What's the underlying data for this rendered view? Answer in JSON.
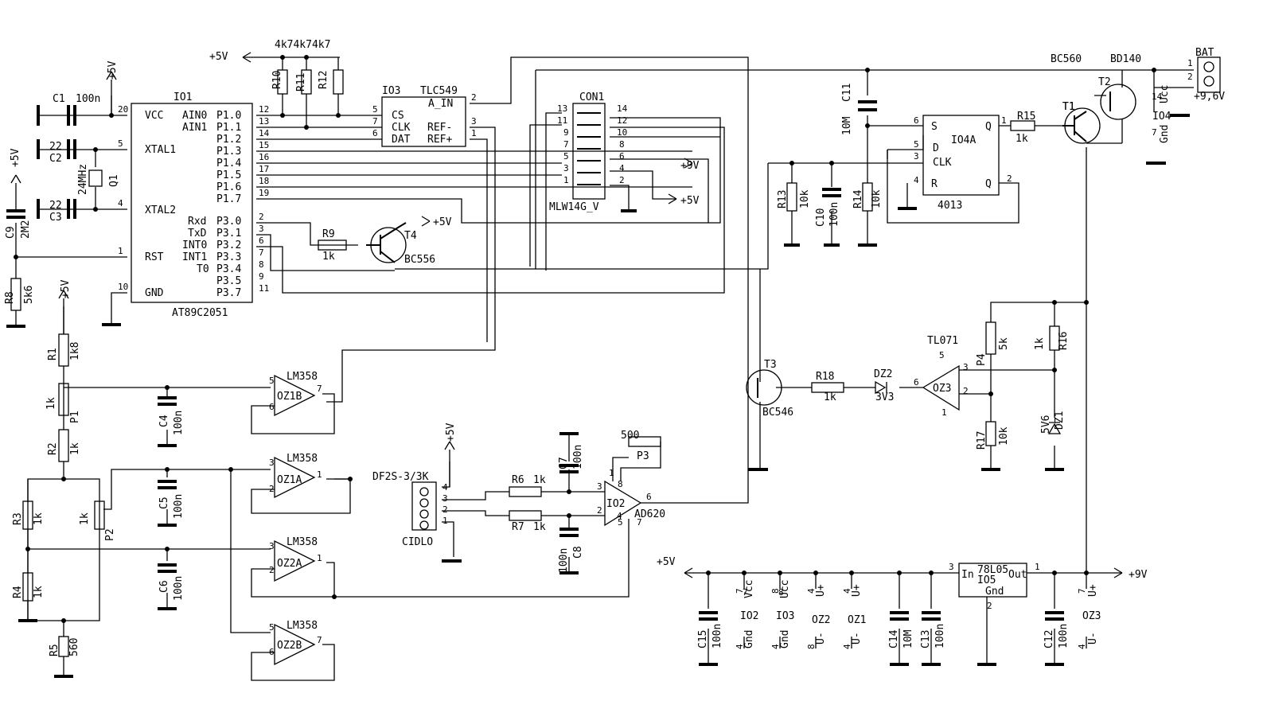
{
  "labels": [
    {
      "id": "plus5v_top",
      "t": "+5V"
    },
    {
      "id": "r_vals",
      "t": "4k74k74k7"
    },
    {
      "id": "r10",
      "t": "R10"
    },
    {
      "id": "r11",
      "t": "R11"
    },
    {
      "id": "r12",
      "t": "R12"
    },
    {
      "id": "io3",
      "t": "IO3"
    },
    {
      "id": "tlc549",
      "t": "TLC549"
    },
    {
      "id": "a_in",
      "t": "A_IN"
    },
    {
      "id": "cs",
      "t": "CS"
    },
    {
      "id": "clk",
      "t": "CLK"
    },
    {
      "id": "dat",
      "t": "DAT"
    },
    {
      "id": "refm",
      "t": "REF-"
    },
    {
      "id": "refp",
      "t": "REF+"
    },
    {
      "id": "con1",
      "t": "CON1"
    },
    {
      "id": "mlw",
      "t": "MLW14G_V"
    },
    {
      "id": "plus9v_con",
      "t": "+9V"
    },
    {
      "id": "plus5v_con",
      "t": "+5V"
    },
    {
      "id": "io1",
      "t": "IO1"
    },
    {
      "id": "at89",
      "t": "AT89C2051"
    },
    {
      "id": "vcc",
      "t": "VCC"
    },
    {
      "id": "xtal1",
      "t": "XTAL1"
    },
    {
      "id": "xtal2",
      "t": "XTAL2"
    },
    {
      "id": "rst",
      "t": "RST"
    },
    {
      "id": "gnd",
      "t": "GND"
    },
    {
      "id": "ain0",
      "t": "AIN0"
    },
    {
      "id": "ain1",
      "t": "AIN1"
    },
    {
      "id": "p10",
      "t": "P1.0"
    },
    {
      "id": "p11",
      "t": "P1.1"
    },
    {
      "id": "p12",
      "t": "P1.2"
    },
    {
      "id": "p13",
      "t": "P1.3"
    },
    {
      "id": "p14",
      "t": "P1.4"
    },
    {
      "id": "p15",
      "t": "P1.5"
    },
    {
      "id": "p16",
      "t": "P1.6"
    },
    {
      "id": "p17",
      "t": "P1.7"
    },
    {
      "id": "rxd",
      "t": "Rxd"
    },
    {
      "id": "txd",
      "t": "TxD"
    },
    {
      "id": "int0",
      "t": "INT0"
    },
    {
      "id": "int1",
      "t": "INT1"
    },
    {
      "id": "t0",
      "t": "T0"
    },
    {
      "id": "t1",
      "t": "T1"
    },
    {
      "id": "p30",
      "t": "P3.0"
    },
    {
      "id": "p31",
      "t": "P3.1"
    },
    {
      "id": "p32",
      "t": "P3.2"
    },
    {
      "id": "p33",
      "t": "P3.3"
    },
    {
      "id": "p34",
      "t": "P3.4"
    },
    {
      "id": "p35",
      "t": "P3.5"
    },
    {
      "id": "p37",
      "t": "P3.7"
    },
    {
      "id": "c1",
      "t": "C1"
    },
    {
      "id": "c1v",
      "t": "100n"
    },
    {
      "id": "plus5v_c1",
      "t": "+5V"
    },
    {
      "id": "c2v",
      "t": "22"
    },
    {
      "id": "c2",
      "t": "C2"
    },
    {
      "id": "c3v",
      "t": "22"
    },
    {
      "id": "c3",
      "t": "C3"
    },
    {
      "id": "q1",
      "t": "Q1"
    },
    {
      "id": "q1v",
      "t": "24MHz"
    },
    {
      "id": "c9",
      "t": "C9"
    },
    {
      "id": "c9v",
      "t": "2M2"
    },
    {
      "id": "plus5v_c9",
      "t": "+5V"
    },
    {
      "id": "r8",
      "t": "R8"
    },
    {
      "id": "r8v",
      "t": "5k6"
    },
    {
      "id": "r9",
      "t": "R9"
    },
    {
      "id": "r9v",
      "t": "1k"
    },
    {
      "id": "t4",
      "t": "T4"
    },
    {
      "id": "bc556",
      "t": "BC556"
    },
    {
      "id": "plus5v_t4",
      "t": "+5V"
    },
    {
      "id": "plus5v_r1",
      "t": "+5V"
    },
    {
      "id": "r1",
      "t": "R1"
    },
    {
      "id": "r1v",
      "t": "1k8"
    },
    {
      "id": "p1",
      "t": "P1"
    },
    {
      "id": "p1v",
      "t": "1k"
    },
    {
      "id": "r2",
      "t": "R2"
    },
    {
      "id": "r2v",
      "t": "1k"
    },
    {
      "id": "r3",
      "t": "R3"
    },
    {
      "id": "r3v",
      "t": "1k"
    },
    {
      "id": "p2",
      "t": "P2"
    },
    {
      "id": "p2v",
      "t": "1k"
    },
    {
      "id": "r4",
      "t": "R4"
    },
    {
      "id": "r4v",
      "t": "1k"
    },
    {
      "id": "r5",
      "t": "R5"
    },
    {
      "id": "r5v",
      "t": "560"
    },
    {
      "id": "c4",
      "t": "C4"
    },
    {
      "id": "c4v",
      "t": "100n"
    },
    {
      "id": "c5",
      "t": "C5"
    },
    {
      "id": "c5v",
      "t": "100n"
    },
    {
      "id": "c6",
      "t": "C6"
    },
    {
      "id": "c6v",
      "t": "100n"
    },
    {
      "id": "lm1",
      "t": "LM358"
    },
    {
      "id": "oz1b",
      "t": "OZ1B"
    },
    {
      "id": "lm2",
      "t": "LM358"
    },
    {
      "id": "oz1a",
      "t": "OZ1A"
    },
    {
      "id": "lm3",
      "t": "LM358"
    },
    {
      "id": "oz2a",
      "t": "OZ2A"
    },
    {
      "id": "lm4",
      "t": "LM358"
    },
    {
      "id": "oz2b",
      "t": "OZ2B"
    },
    {
      "id": "df2s",
      "t": "DF2S-3/3K"
    },
    {
      "id": "cidlo",
      "t": "CIDLO"
    },
    {
      "id": "plus5v_cidlo",
      "t": "+5V"
    },
    {
      "id": "r6",
      "t": "R6"
    },
    {
      "id": "r6v",
      "t": "1k"
    },
    {
      "id": "r7",
      "t": "R7"
    },
    {
      "id": "r7v",
      "t": "1k"
    },
    {
      "id": "c7",
      "t": "C7"
    },
    {
      "id": "c7v",
      "t": "100n"
    },
    {
      "id": "c8",
      "t": "C8"
    },
    {
      "id": "c8v",
      "t": "100n"
    },
    {
      "id": "p3",
      "t": "P3"
    },
    {
      "id": "p3v",
      "t": "500"
    },
    {
      "id": "io2",
      "t": "IO2"
    },
    {
      "id": "ad620",
      "t": "AD620"
    },
    {
      "id": "c11",
      "t": "C11"
    },
    {
      "id": "c11v",
      "t": "10M"
    },
    {
      "id": "io4a",
      "t": "IO4A"
    },
    {
      "id": "s",
      "t": "S"
    },
    {
      "id": "d",
      "t": "D"
    },
    {
      "id": "clk2",
      "t": "CLK"
    },
    {
      "id": "r",
      "t": "R"
    },
    {
      "id": "q",
      "t": "Q"
    },
    {
      "id": "qn",
      "t": "Q"
    },
    {
      "id": "n4013",
      "t": "4013"
    },
    {
      "id": "r13",
      "t": "R13"
    },
    {
      "id": "r13v",
      "t": "10k"
    },
    {
      "id": "c10",
      "t": "C10"
    },
    {
      "id": "c10v",
      "t": "100n"
    },
    {
      "id": "r14",
      "t": "R14"
    },
    {
      "id": "r14v",
      "t": "10k"
    },
    {
      "id": "r15",
      "t": "R15"
    },
    {
      "id": "r15v",
      "t": "1k"
    },
    {
      "id": "bc560",
      "t": "BC560"
    },
    {
      "id": "bd140",
      "t": "BD140"
    },
    {
      "id": "t1",
      "t": "T1"
    },
    {
      "id": "t2",
      "t": "T2"
    },
    {
      "id": "bat",
      "t": "BAT"
    },
    {
      "id": "bat_v",
      "t": "+9,6V"
    },
    {
      "id": "io4_ucc",
      "t": "Ucc"
    },
    {
      "id": "io4_gnd",
      "t": "Gnd"
    },
    {
      "id": "io4",
      "t": "IO4"
    },
    {
      "id": "t3",
      "t": "T3"
    },
    {
      "id": "bc546",
      "t": "BC546"
    },
    {
      "id": "r18",
      "t": "R18"
    },
    {
      "id": "r18v",
      "t": "1k"
    },
    {
      "id": "dz2",
      "t": "DZ2"
    },
    {
      "id": "dz2v",
      "t": "3V3"
    },
    {
      "id": "tl071",
      "t": "TL071"
    },
    {
      "id": "oz3",
      "t": "OZ3"
    },
    {
      "id": "p4",
      "t": "P4"
    },
    {
      "id": "p4v",
      "t": "5k"
    },
    {
      "id": "r16",
      "t": "R16"
    },
    {
      "id": "r16v",
      "t": "1k"
    },
    {
      "id": "r17",
      "t": "R17"
    },
    {
      "id": "r17v",
      "t": "10k"
    },
    {
      "id": "dz1",
      "t": "DZ1"
    },
    {
      "id": "dz1v",
      "t": "5V6"
    },
    {
      "id": "plus5v_bot",
      "t": "+5V"
    },
    {
      "id": "plus9v_bot",
      "t": "+9V"
    },
    {
      "id": "v78",
      "t": "78L05"
    },
    {
      "id": "io5",
      "t": "IO5"
    },
    {
      "id": "in",
      "t": "In"
    },
    {
      "id": "out",
      "t": "Out"
    },
    {
      "id": "gnd5",
      "t": "Gnd"
    },
    {
      "id": "c15",
      "t": "C15"
    },
    {
      "id": "c15v",
      "t": "100n"
    },
    {
      "id": "c14",
      "t": "C14"
    },
    {
      "id": "c14v",
      "t": "10M"
    },
    {
      "id": "c13",
      "t": "C13"
    },
    {
      "id": "c13v",
      "t": "100n"
    },
    {
      "id": "c12",
      "t": "C12"
    },
    {
      "id": "c12v",
      "t": "100n"
    },
    {
      "id": "b_io2",
      "t": "IO2"
    },
    {
      "id": "b_io3",
      "t": "IO3"
    },
    {
      "id": "b_oz2",
      "t": "OZ2"
    },
    {
      "id": "b_oz1",
      "t": "OZ1"
    },
    {
      "id": "b_oz3",
      "t": "OZ3"
    },
    {
      "id": "b_vcc1",
      "t": "Vcc"
    },
    {
      "id": "b_vcc2",
      "t": "Ucc"
    },
    {
      "id": "b_up1",
      "t": "U+"
    },
    {
      "id": "b_up2",
      "t": "U+"
    },
    {
      "id": "b_up3",
      "t": "U+"
    },
    {
      "id": "b_gnd1",
      "t": "Gnd"
    },
    {
      "id": "b_gnd2",
      "t": "Gnd"
    },
    {
      "id": "b_um1",
      "t": "U-"
    },
    {
      "id": "b_um2",
      "t": "U-"
    },
    {
      "id": "b_um3",
      "t": "U-"
    }
  ],
  "pins": [
    "20",
    "5",
    "4",
    "1",
    "10",
    "12",
    "13",
    "14",
    "15",
    "16",
    "17",
    "18",
    "19",
    "2",
    "3",
    "6",
    "7",
    "8",
    "9",
    "11",
    "5",
    "7",
    "6",
    "2",
    "3",
    "1",
    "13",
    "11",
    "9",
    "7",
    "5",
    "3",
    "1",
    "14",
    "12",
    "10",
    "8",
    "6",
    "4",
    "2",
    "5",
    "6",
    "7",
    "3",
    "2",
    "1",
    "3",
    "2",
    "1",
    "5",
    "6",
    "7",
    "4",
    "3",
    "2",
    "1",
    "3",
    "2",
    "8",
    "1",
    "6",
    "5",
    "4",
    "7",
    "6",
    "5",
    "3",
    "4",
    "1",
    "2",
    "1",
    "2",
    "14",
    "7",
    "5",
    "3",
    "2",
    "6",
    "1",
    "1",
    "3",
    "2",
    "7",
    "8",
    "7",
    "8",
    "4",
    "4",
    "4",
    "4",
    "8",
    "4",
    "7",
    "4"
  ]
}
